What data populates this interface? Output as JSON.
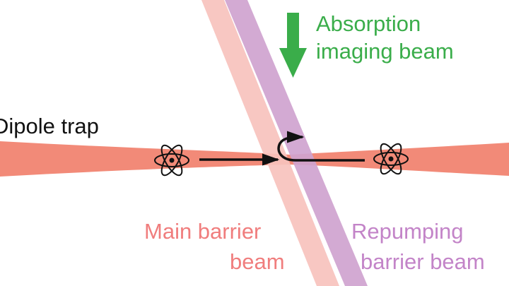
{
  "labels": {
    "absorption_line1": "Absorption",
    "absorption_line2": "imaging beam",
    "dipole_trap": "Dipole trap",
    "main_barrier_line1": "Main barrier",
    "main_barrier_line2": "beam",
    "repumping_line1": "Repumping",
    "repumping_line2": "barrier beam"
  },
  "colors": {
    "dipole_trap_beam": "#f28a78",
    "main_barrier_beam": "#f7c2bd",
    "repumping_barrier_beam": "#cfa3cf",
    "absorption_arrow": "#3aad4a",
    "absorption_text": "#3aad4a",
    "main_barrier_text": "#f07d7d",
    "repumping_text": "#c384c8",
    "atoms_and_arrows": "#111111"
  },
  "icons": {
    "atom_left": "atom-icon",
    "atom_right": "atom-icon"
  }
}
